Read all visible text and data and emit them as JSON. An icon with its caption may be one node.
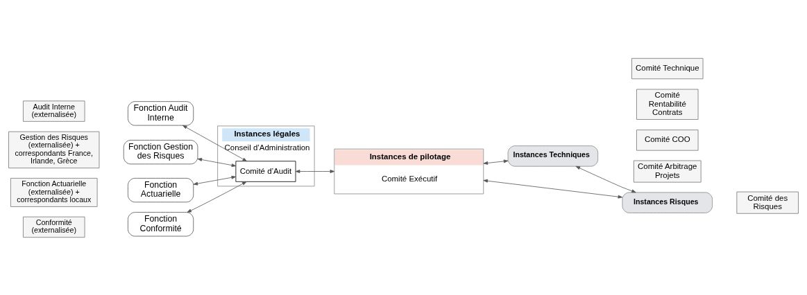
{
  "diagram": {
    "nodes": [
      {
        "text": [
          "Audit Interne (externalisée)"
        ]
      },
      {
        "text": [
          "Fonction Audit Interne"
        ]
      },
      {
        "text": [
          "Gestion des Risques (externalisée) + correspondants France, Irlande, Grèce"
        ]
      },
      {
        "text": [
          "Fonction Gestion des Risques"
        ]
      },
      {
        "text": [
          "Fonction Actuarielle (externalisée) + correspondants locaux"
        ]
      },
      {
        "text": [
          "Fonction Actuarielle"
        ]
      },
      {
        "text": [
          "Conformité (externalisée)"
        ]
      },
      {
        "text": [
          "Fonction Conformité"
        ]
      },
      {
        "text": [
          "Instances légales",
          "Conseil d’Administration"
        ]
      },
      {
        "text": [
          "Comité d’Audit"
        ],
        "in": 8
      },
      {
        "text": [
          "Instances de pilotage",
          "Comité Exécutif"
        ]
      },
      {
        "text": [
          "Instances Techniques"
        ]
      },
      {
        "text": [
          "Comité Technique"
        ]
      },
      {
        "text": [
          "Comité Rentabilité Contrats"
        ]
      },
      {
        "text": [
          "Comité COO"
        ]
      },
      {
        "text": [
          "Comité Arbitrage Projets"
        ]
      },
      {
        "text": [
          "Instances Risques"
        ]
      },
      {
        "text": [
          "Comité des Risques"
        ]
      }
    ],
    "edges": [
      {
        "from": 1,
        "to": 9,
        "arrow": "both"
      },
      {
        "from": 3,
        "to": 9,
        "arrow": "both"
      },
      {
        "from": 5,
        "to": 9,
        "arrow": "both"
      },
      {
        "from": 7,
        "to": 9,
        "arrow": "both"
      },
      {
        "from": 9,
        "to": 10,
        "arrow": "both"
      },
      {
        "from": 10,
        "to": 11,
        "arrow": "both"
      },
      {
        "from": 10,
        "to": 16,
        "arrow": "both"
      },
      {
        "from": 11,
        "to": 16,
        "arrow": "both"
      }
    ]
  }
}
